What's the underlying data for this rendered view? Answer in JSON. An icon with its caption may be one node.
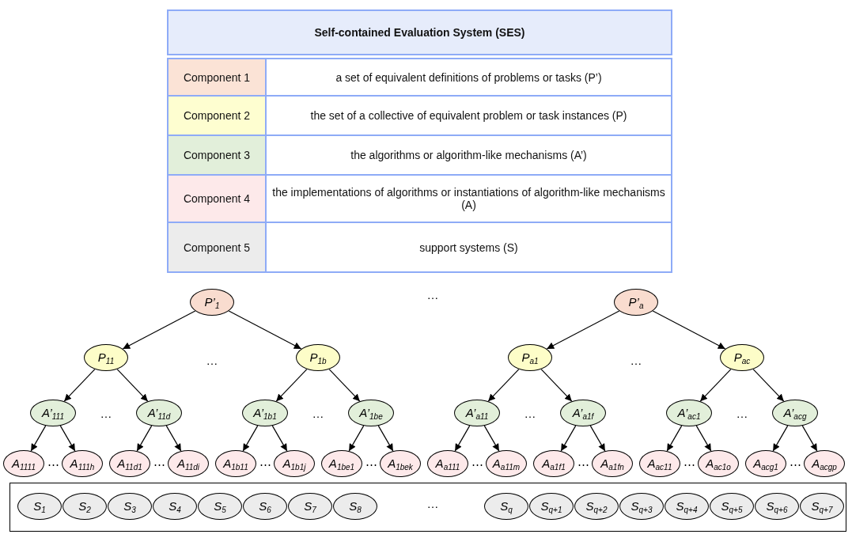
{
  "diagram": {
    "nodes": [
      {
        "text": [
          "Self-contained Evaluation System (SES)"
        ]
      },
      {
        "text": [
          "Component 1"
        ]
      },
      {
        "text": [
          "a set of equivalent definitions of problems or tasks (P’)"
        ]
      },
      {
        "text": [
          "Component 2"
        ]
      },
      {
        "text": [
          "the set of a collective of equivalent problem or task instances (P)"
        ]
      },
      {
        "text": [
          "Component 3"
        ]
      },
      {
        "text": [
          "the algorithms or algorithm-like mechanisms (A’)"
        ]
      },
      {
        "text": [
          "Component 4"
        ]
      },
      {
        "text": [
          "the implementations of algorithms or instantiations of  algorithm-like mechanisms (A)"
        ]
      },
      {
        "text": [
          "Component 5"
        ]
      },
      {
        "text": [
          "support systems (S)"
        ]
      },
      {
        "text": [
          "P’$_{1}$"
        ]
      },
      {
        "text": [
          "P’$_{a}$"
        ]
      },
      {
        "text": [
          "P$_{11}$"
        ]
      },
      {
        "text": [
          "P$_{1b}$"
        ]
      },
      {
        "text": [
          "P$_{a1}$"
        ]
      },
      {
        "text": [
          "P$_{ac}$"
        ]
      },
      {
        "text": [
          "A’$_{111}$"
        ]
      },
      {
        "text": [
          "A’$_{11d}$"
        ]
      },
      {
        "text": [
          "A’$_{1b1}$"
        ]
      },
      {
        "text": [
          "A’$_{1be}$"
        ]
      },
      {
        "text": [
          "A’$_{a11}$"
        ]
      },
      {
        "text": [
          "A’$_{a1f}$"
        ]
      },
      {
        "text": [
          "A’$_{ac1}$"
        ]
      },
      {
        "text": [
          "A’$_{acg}$"
        ]
      },
      {
        "text": [
          "A$_{1111}$"
        ]
      },
      {
        "text": [
          "A$_{111h}$"
        ]
      },
      {
        "text": [
          "A$_{11d1}$"
        ]
      },
      {
        "text": [
          "A$_{11di}$"
        ]
      },
      {
        "text": [
          "A$_{1b11}$"
        ]
      },
      {
        "text": [
          "A$_{1b1j}$"
        ]
      },
      {
        "text": [
          "A$_{1be1}$"
        ]
      },
      {
        "text": [
          "A$_{1bek}$"
        ]
      },
      {
        "text": [
          "A$_{a111}$"
        ]
      },
      {
        "text": [
          "A$_{a11m}$"
        ]
      },
      {
        "text": [
          "A$_{a1f1}$"
        ]
      },
      {
        "text": [
          "A$_{a1fn}$"
        ]
      },
      {
        "text": [
          "A$_{ac11}$"
        ]
      },
      {
        "text": [
          "A$_{ac1o}$"
        ]
      },
      {
        "text": [
          "A$_{acg1}$"
        ]
      },
      {
        "text": [
          "A$_{acgp}$"
        ]
      },
      {
        "text": [],
        "shape": "box"
      },
      {
        "text": [
          "S$_{1}$"
        ],
        "in": 41
      },
      {
        "text": [
          "S$_{2}$"
        ],
        "in": 41
      },
      {
        "text": [
          "S$_{3}$"
        ],
        "in": 41
      },
      {
        "text": [
          "S$_{4}$"
        ],
        "in": 41
      },
      {
        "text": [
          "S$_{5}$"
        ],
        "in": 41
      },
      {
        "text": [
          "S$_{6}$"
        ],
        "in": 41
      },
      {
        "text": [
          "S$_{7}$"
        ],
        "in": 41
      },
      {
        "text": [
          "S$_{8}$"
        ],
        "in": 41
      },
      {
        "text": [
          "S$_{q}$"
        ],
        "in": 41
      },
      {
        "text": [
          "S$_{q+1}$"
        ],
        "in": 41
      },
      {
        "text": [
          "S$_{q+2}$"
        ],
        "in": 41
      },
      {
        "text": [
          "S$_{q+3}$"
        ],
        "in": 41
      },
      {
        "text": [
          "S$_{q+4}$"
        ],
        "in": 41
      },
      {
        "text": [
          "S$_{q+5}$"
        ],
        "in": 41
      },
      {
        "text": [
          "S$_{q+6}$"
        ],
        "in": 41
      },
      {
        "text": [
          "S$_{q+7}$"
        ],
        "in": 41
      }
    ],
    "edges": [
      {
        "from": 11,
        "to": 13,
        "arrow": "to"
      },
      {
        "from": 11,
        "to": 14,
        "arrow": "to"
      },
      {
        "from": 12,
        "to": 15,
        "arrow": "to"
      },
      {
        "from": 12,
        "to": 16,
        "arrow": "to"
      },
      {
        "from": 13,
        "to": 17,
        "arrow": "to"
      },
      {
        "from": 13,
        "to": 18,
        "arrow": "to"
      },
      {
        "from": 14,
        "to": 19,
        "arrow": "to"
      },
      {
        "from": 14,
        "to": 20,
        "arrow": "to"
      },
      {
        "from": 15,
        "to": 21,
        "arrow": "to"
      },
      {
        "from": 15,
        "to": 22,
        "arrow": "to"
      },
      {
        "from": 16,
        "to": 23,
        "arrow": "to"
      },
      {
        "from": 16,
        "to": 24,
        "arrow": "to"
      },
      {
        "from": 17,
        "to": 25,
        "arrow": "to"
      },
      {
        "from": 17,
        "to": 26,
        "arrow": "to"
      },
      {
        "from": 18,
        "to": 27,
        "arrow": "to"
      },
      {
        "from": 18,
        "to": 28,
        "arrow": "to"
      },
      {
        "from": 19,
        "to": 29,
        "arrow": "to"
      },
      {
        "from": 19,
        "to": 30,
        "arrow": "to"
      },
      {
        "from": 20,
        "to": 31,
        "arrow": "to"
      },
      {
        "from": 20,
        "to": 32,
        "arrow": "to"
      },
      {
        "from": 21,
        "to": 33,
        "arrow": "to"
      },
      {
        "from": 21,
        "to": 34,
        "arrow": "to"
      },
      {
        "from": 22,
        "to": 35,
        "arrow": "to"
      },
      {
        "from": 22,
        "to": 36,
        "arrow": "to"
      },
      {
        "from": 23,
        "to": 37,
        "arrow": "to"
      },
      {
        "from": 23,
        "to": 38,
        "arrow": "to"
      },
      {
        "from": 24,
        "to": 39,
        "arrow": "to"
      },
      {
        "from": 24,
        "to": 40,
        "arrow": "to"
      }
    ],
    "labels": [
      "…",
      "…",
      "…",
      "…",
      "…",
      "…",
      "…",
      "⋯",
      "⋯",
      "⋯",
      "⋯",
      "⋯",
      "⋯",
      "⋯",
      "⋯",
      "…"
    ]
  }
}
